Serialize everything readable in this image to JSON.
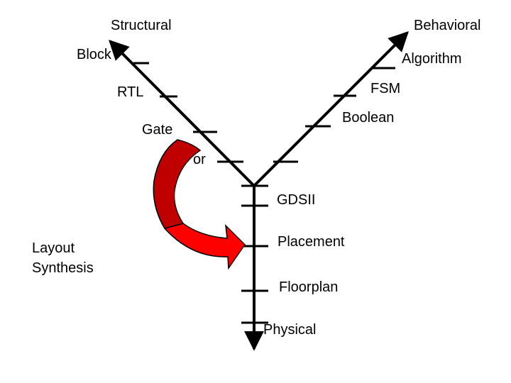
{
  "axes": {
    "structural": "Structural",
    "behavioral": "Behavioral",
    "physical": "Physical"
  },
  "structural_levels": [
    "Block",
    "RTL",
    "Gate",
    "or"
  ],
  "behavioral_levels": [
    "Algorithm",
    "FSM",
    "Boolean"
  ],
  "physical_levels": [
    "GDSII",
    "Placement",
    "Floorplan"
  ],
  "side_label": {
    "line1": "Layout",
    "line2": "Synthesis"
  },
  "colors": {
    "line": "#000000",
    "arrow_dark": "#c00000",
    "arrow_light": "#ff0000",
    "text": "#000000"
  }
}
